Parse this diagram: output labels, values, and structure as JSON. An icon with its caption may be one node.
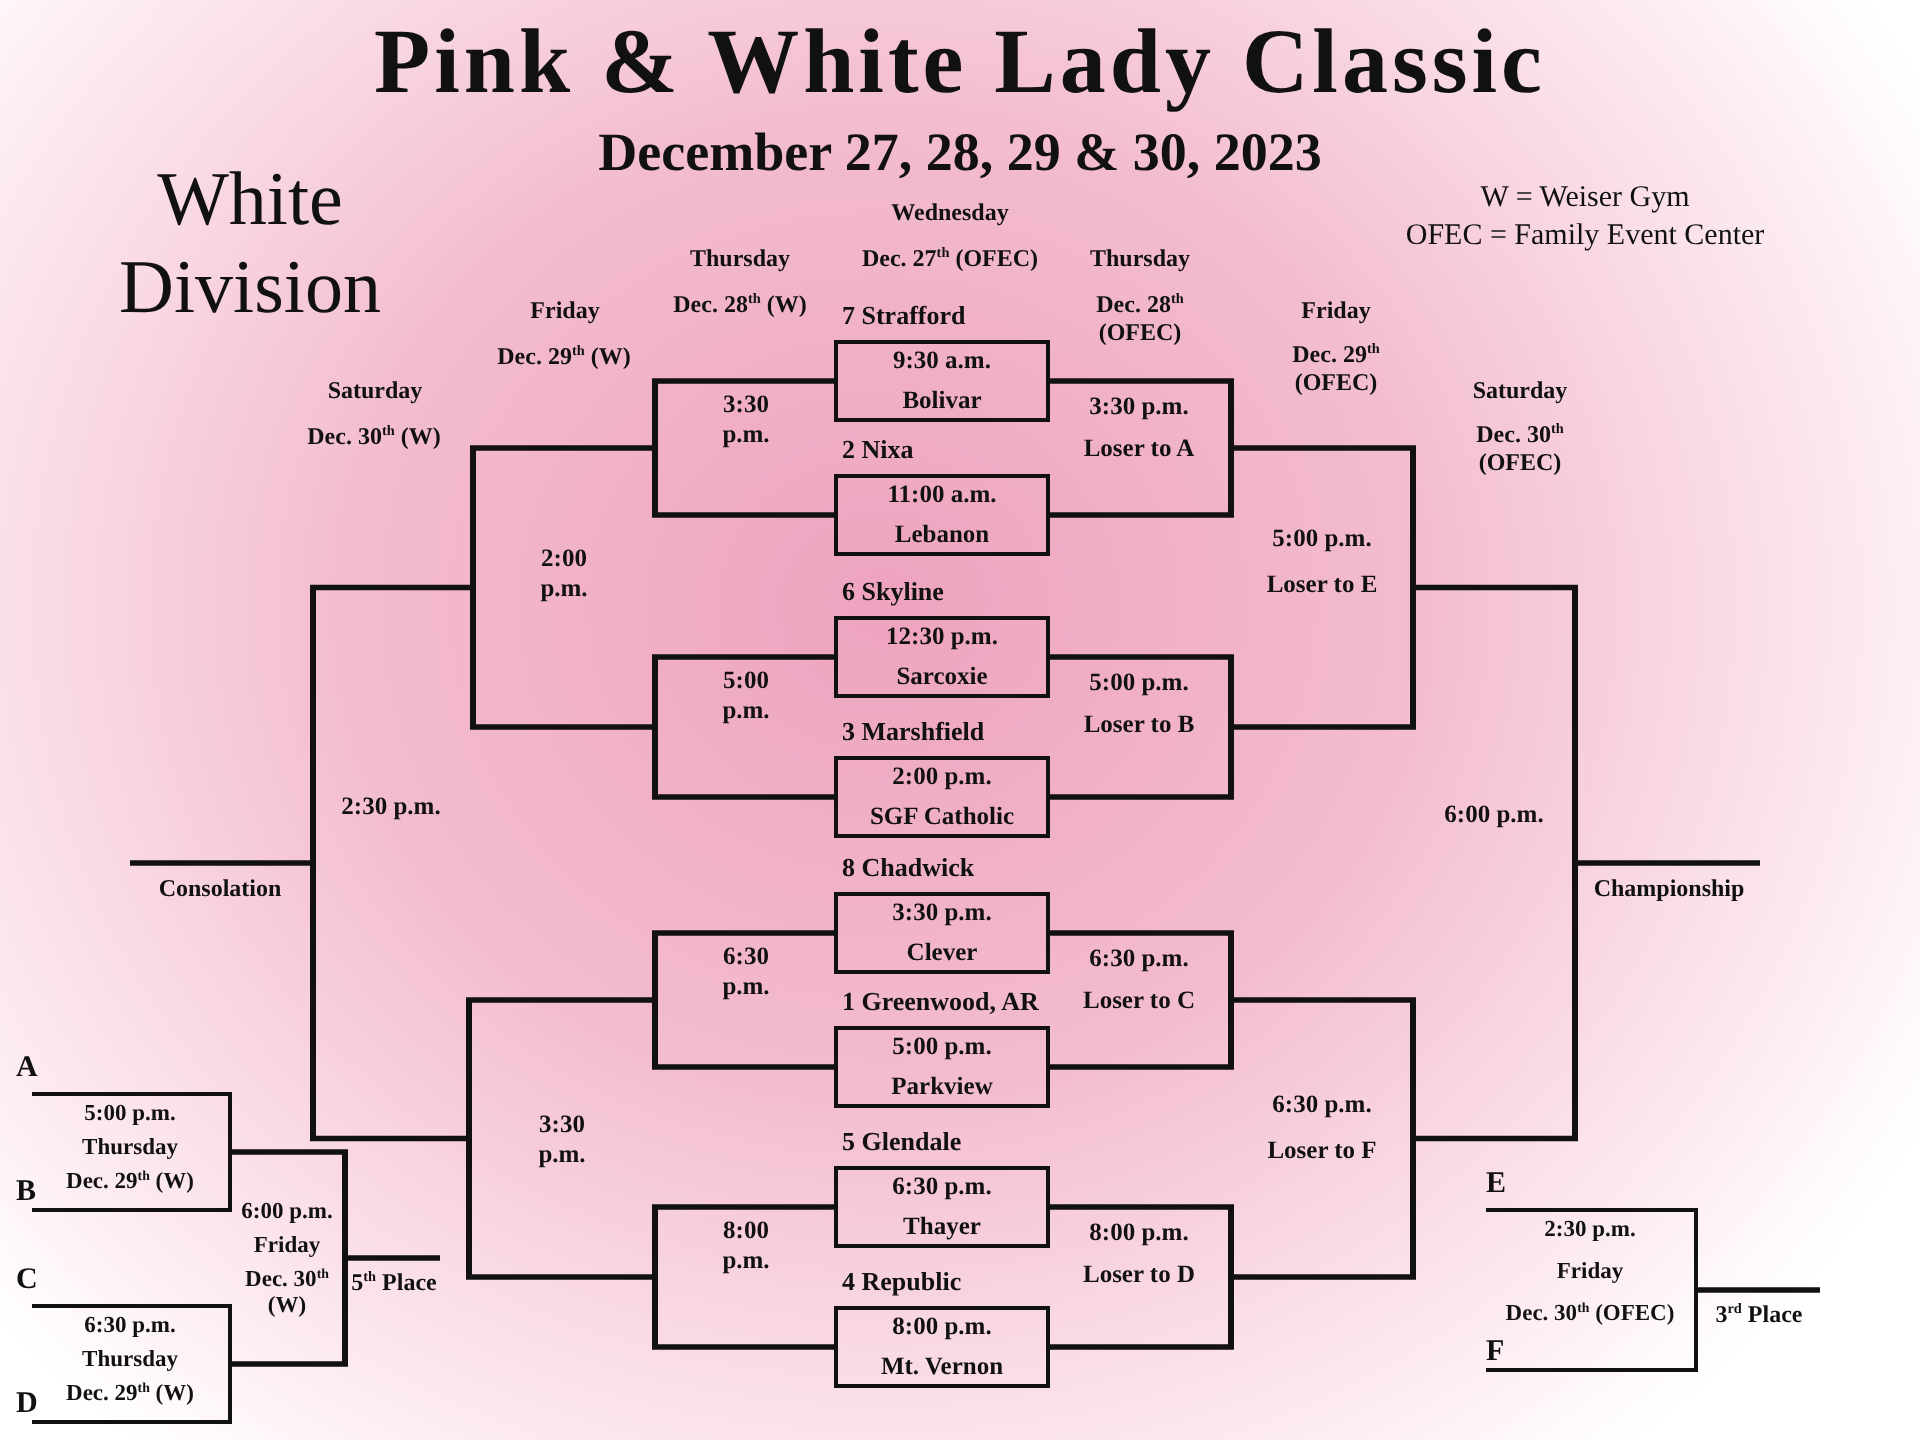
{
  "diagram": {
    "title": "Pink & White Lady Classic",
    "nodes": [
      {
        "text": [
          "7 Strafford",
          "9:30 a.m.",
          "Bolivar"
        ]
      },
      {
        "text": [
          "2 Nixa",
          "11:00 a.m.",
          "Lebanon"
        ]
      },
      {
        "text": [
          "6 Skyline",
          "12:30 p.m.",
          "Sarcoxie"
        ]
      },
      {
        "text": [
          "3 Marshfield",
          "2:00 p.m.",
          "SGF Catholic"
        ]
      },
      {
        "text": [
          "8 Chadwick",
          "3:30 p.m.",
          "Clever"
        ]
      },
      {
        "text": [
          "1 Greenwood, AR",
          "5:00 p.m.",
          "Parkview"
        ]
      },
      {
        "text": [
          "5 Glendale",
          "6:30 p.m.",
          "Thayer"
        ]
      },
      {
        "text": [
          "4 Republic",
          "8:00 p.m.",
          "Mt. Vernon"
        ]
      },
      {
        "text": [
          "3:30 p.m."
        ]
      },
      {
        "text": [
          "5:00 p.m."
        ]
      },
      {
        "text": [
          "6:30 p.m."
        ]
      },
      {
        "text": [
          "8:00 p.m."
        ]
      },
      {
        "text": [
          "2:00 p.m."
        ]
      },
      {
        "text": [
          "3:30 p.m."
        ]
      },
      {
        "text": [
          "2:30 p.m."
        ]
      },
      {
        "text": [
          "3:30 p.m.",
          "Loser to A"
        ]
      },
      {
        "text": [
          "5:00 p.m.",
          "Loser to B"
        ]
      },
      {
        "text": [
          "6:30 p.m.",
          "Loser to C"
        ]
      },
      {
        "text": [
          "8:00 p.m.",
          "Loser to D"
        ]
      },
      {
        "text": [
          "5:00 p.m.",
          "Loser to E"
        ]
      },
      {
        "text": [
          "6:30 p.m.",
          "Loser to F"
        ]
      },
      {
        "text": [
          "6:00 p.m."
        ]
      },
      {
        "text": [
          "A",
          "5:00 p.m.",
          "Thursday",
          "Dec. 29$^{th}$ (W)",
          "B"
        ]
      },
      {
        "text": [
          "C",
          "6:30 p.m.",
          "Thursday",
          "Dec. 29$^{th}$ (W)",
          "D"
        ]
      },
      {
        "text": [
          "6:00 p.m.",
          "Friday",
          "Dec. 30$^{th}$ (W)"
        ]
      },
      {
        "text": [
          "E",
          "2:30 p.m.",
          "Friday",
          "Dec. 30$^{th}$ (OFEC)",
          "F"
        ]
      }
    ],
    "edges": [
      {
        "from": 0,
        "to": 8,
        "arrow": "none"
      },
      {
        "from": 1,
        "to": 8,
        "arrow": "none"
      },
      {
        "from": 2,
        "to": 9,
        "arrow": "none"
      },
      {
        "from": 3,
        "to": 9,
        "arrow": "none"
      },
      {
        "from": 4,
        "to": 10,
        "arrow": "none"
      },
      {
        "from": 5,
        "to": 10,
        "arrow": "none"
      },
      {
        "from": 6,
        "to": 11,
        "arrow": "none"
      },
      {
        "from": 7,
        "to": 11,
        "arrow": "none"
      },
      {
        "from": 8,
        "to": 12,
        "arrow": "none"
      },
      {
        "from": 9,
        "to": 12,
        "arrow": "none"
      },
      {
        "from": 10,
        "to": 13,
        "arrow": "none"
      },
      {
        "from": 11,
        "to": 13,
        "arrow": "none"
      },
      {
        "from": 12,
        "to": 14,
        "arrow": "none"
      },
      {
        "from": 13,
        "to": 14,
        "arrow": "none"
      },
      {
        "from": 0,
        "to": 15,
        "arrow": "none"
      },
      {
        "from": 1,
        "to": 15,
        "arrow": "none"
      },
      {
        "from": 2,
        "to": 16,
        "arrow": "none"
      },
      {
        "from": 3,
        "to": 16,
        "arrow": "none"
      },
      {
        "from": 4,
        "to": 17,
        "arrow": "none"
      },
      {
        "from": 5,
        "to": 17,
        "arrow": "none"
      },
      {
        "from": 6,
        "to": 18,
        "arrow": "none"
      },
      {
        "from": 7,
        "to": 18,
        "arrow": "none"
      },
      {
        "from": 15,
        "to": 19,
        "arrow": "none"
      },
      {
        "from": 16,
        "to": 19,
        "arrow": "none"
      },
      {
        "from": 17,
        "to": 20,
        "arrow": "none"
      },
      {
        "from": 18,
        "to": 20,
        "arrow": "none"
      },
      {
        "from": 19,
        "to": 21,
        "arrow": "none"
      },
      {
        "from": 20,
        "to": 21,
        "arrow": "none"
      },
      {
        "from": 22,
        "to": 24,
        "arrow": "none"
      },
      {
        "from": 23,
        "to": 24,
        "arrow": "none"
      },
      {
        "from": 14,
        "to": null,
        "arrow": "none",
        "label": "Consolation"
      },
      {
        "from": 21,
        "to": null,
        "arrow": "none",
        "label": "Championship"
      },
      {
        "from": 24,
        "to": null,
        "arrow": "none",
        "label": "5$^{th}$ Place"
      },
      {
        "from": 25,
        "to": null,
        "arrow": "none",
        "label": "3$^{rd}$ Place"
      }
    ],
    "labels": [
      "December 27, 28, 29 & 30, 2023",
      "White Division",
      "W = Weiser Gym",
      "OFEC = Family Event Center",
      "Wednesday",
      "Dec. 27$^{th}$ (OFEC)",
      "Thursday",
      "Dec. 28$^{th}$ (W)",
      "Friday",
      "Dec. 29$^{th}$ (W)",
      "Saturday",
      "Dec. 30$^{th}$ (W)",
      "Thursday",
      "Dec. 28$^{th}$ (OFEC)",
      "Friday",
      "Dec. 29$^{th}$ (OFEC)",
      "Saturday",
      "Dec. 30$^{th}$ (OFEC)"
    ]
  }
}
